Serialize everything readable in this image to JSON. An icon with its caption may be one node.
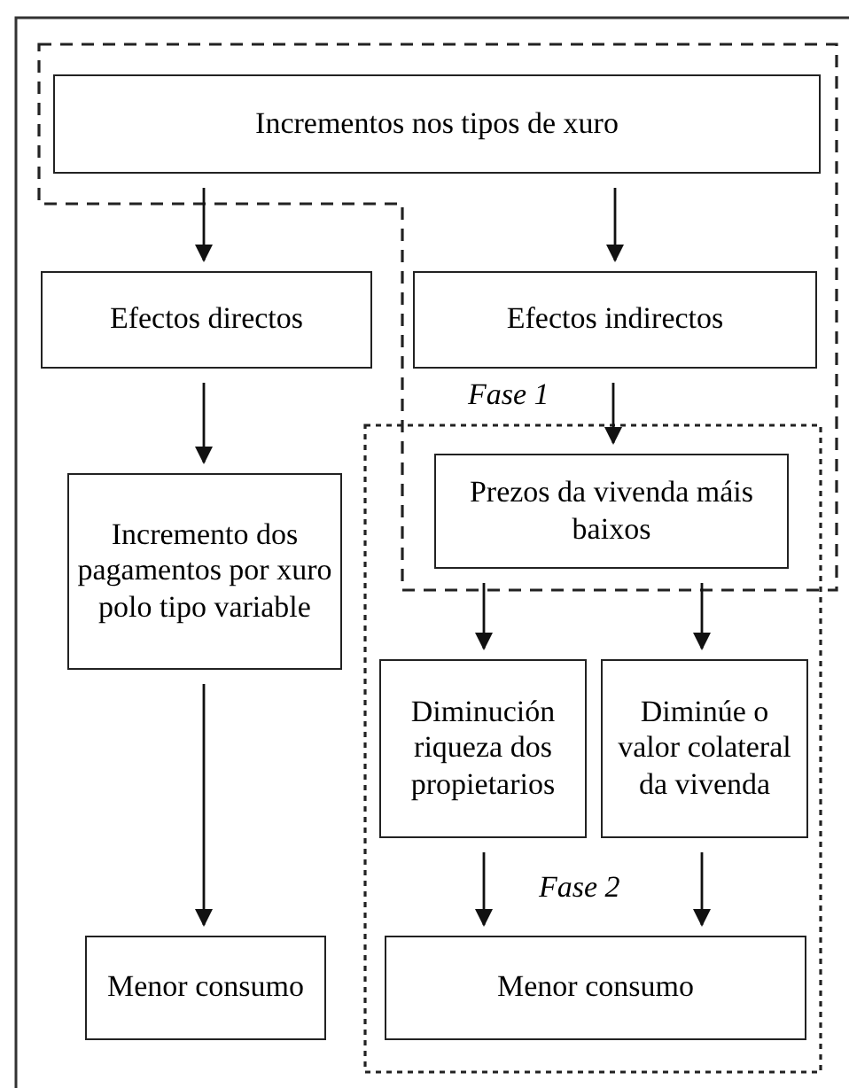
{
  "diagram": {
    "nodes": [
      {
        "text": [
          "Incrementos nos tipos de xuro"
        ]
      },
      {
        "text": [
          "Efectos directos"
        ]
      },
      {
        "text": [
          "Efectos indirectos"
        ]
      },
      {
        "text": [
          "Incremento dos pagamentos por xuro polo tipo variable"
        ]
      },
      {
        "text": [
          "Prezos da vivenda máis baixos"
        ]
      },
      {
        "text": [
          "Diminución riqueza dos propietarios"
        ]
      },
      {
        "text": [
          "Diminúe o valor colateral da vivenda"
        ]
      },
      {
        "text": [
          "Menor consumo"
        ]
      },
      {
        "text": [
          "Menor consumo"
        ]
      }
    ],
    "edges": [
      {
        "from": 0,
        "to": 1,
        "arrow": "to"
      },
      {
        "from": 0,
        "to": 2,
        "arrow": "to"
      },
      {
        "from": 1,
        "to": 3,
        "arrow": "to"
      },
      {
        "from": 2,
        "to": 4,
        "arrow": "to"
      },
      {
        "from": 3,
        "to": 7,
        "arrow": "to"
      },
      {
        "from": 4,
        "to": 5,
        "arrow": "to"
      },
      {
        "from": 4,
        "to": 6,
        "arrow": "to"
      },
      {
        "from": 5,
        "to": 8,
        "arrow": "to"
      },
      {
        "from": 6,
        "to": 8,
        "arrow": "to"
      }
    ],
    "labels": [
      "Fase 1",
      "Fase 2"
    ]
  }
}
